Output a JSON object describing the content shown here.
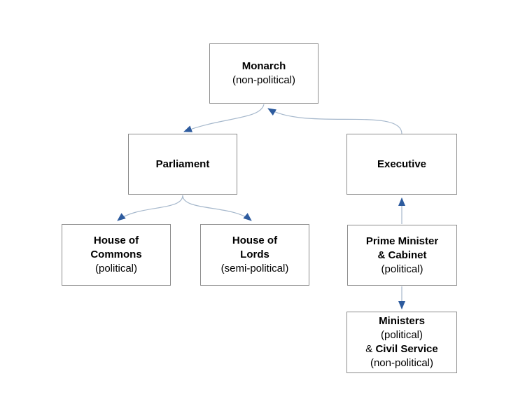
{
  "colors": {
    "background": "#ffffff",
    "box_fill": "#ffffff",
    "box_border": "#8c8c8c",
    "text": "#000000",
    "connector_line": "#a6b8cc",
    "arrowhead": "#2d5b9e"
  },
  "nodes": {
    "monarch": {
      "title": "Monarch",
      "subtitle": "(non-political)"
    },
    "parliament": {
      "title": "Parliament"
    },
    "executive": {
      "title": "Executive"
    },
    "house_of_commons": {
      "title_line1": "House of",
      "title_line2": "Commons",
      "subtitle": "(political)"
    },
    "house_of_lords": {
      "title_line1": "House of",
      "title_line2": "Lords",
      "subtitle": "(semi-political)"
    },
    "prime_minister_cabinet": {
      "title_line1": "Prime Minister",
      "title_line2": "& Cabinet",
      "subtitle": "(political)"
    },
    "ministers_civil_service": {
      "line1": "Ministers",
      "line2": "(political)",
      "line3_prefix": "& ",
      "line3_bold": "Civil Service",
      "line4": "(non-political)"
    }
  },
  "edges": [
    {
      "from": "Monarch",
      "to": "Parliament"
    },
    {
      "from": "Executive",
      "to": "Monarch"
    },
    {
      "from": "Parliament",
      "to": "House of Commons"
    },
    {
      "from": "Parliament",
      "to": "House of Lords"
    },
    {
      "from": "Prime Minister & Cabinet",
      "to": "Executive"
    },
    {
      "from": "Prime Minister & Cabinet",
      "to": "Ministers & Civil Service"
    }
  ]
}
